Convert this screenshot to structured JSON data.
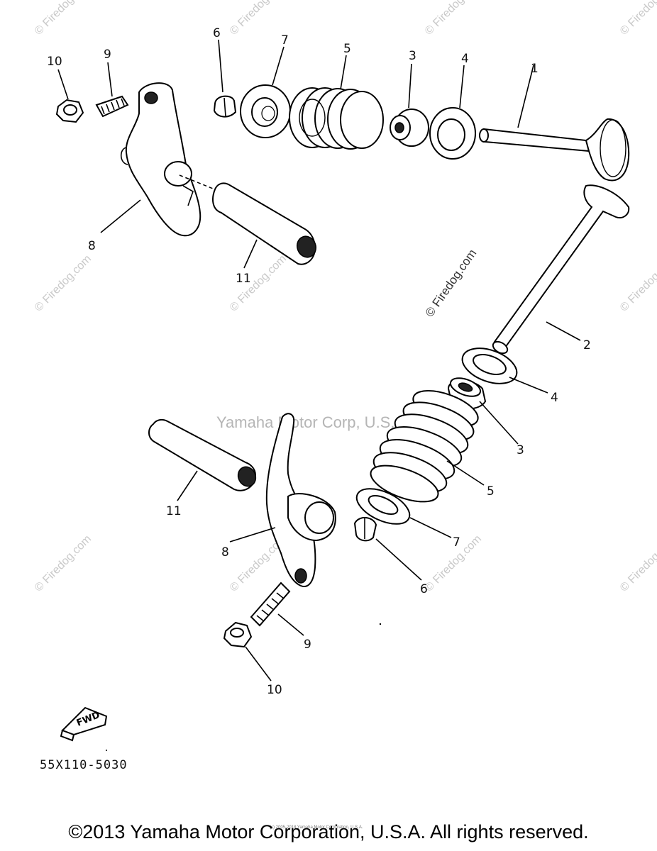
{
  "watermarks": {
    "center": "Yamaha Motor Corp, U.S.A.",
    "firedog": "© Firedog.com"
  },
  "callouts": {
    "upper": [
      "10",
      "9",
      "6",
      "7",
      "5",
      "3",
      "4",
      "1",
      "8",
      "11"
    ],
    "lower": [
      "2",
      "4",
      "3",
      "5",
      "11",
      "8",
      "7",
      "6",
      "9",
      "10"
    ]
  },
  "fwd_label": "FWD",
  "diagram_code": "55X110-5030",
  "fine_print": "(c) 2005-2018 Yamaha Motor Corporation, U.S.A.",
  "copyright": "©2013 Yamaha Motor Corporation, U.S.A. All rights reserved."
}
